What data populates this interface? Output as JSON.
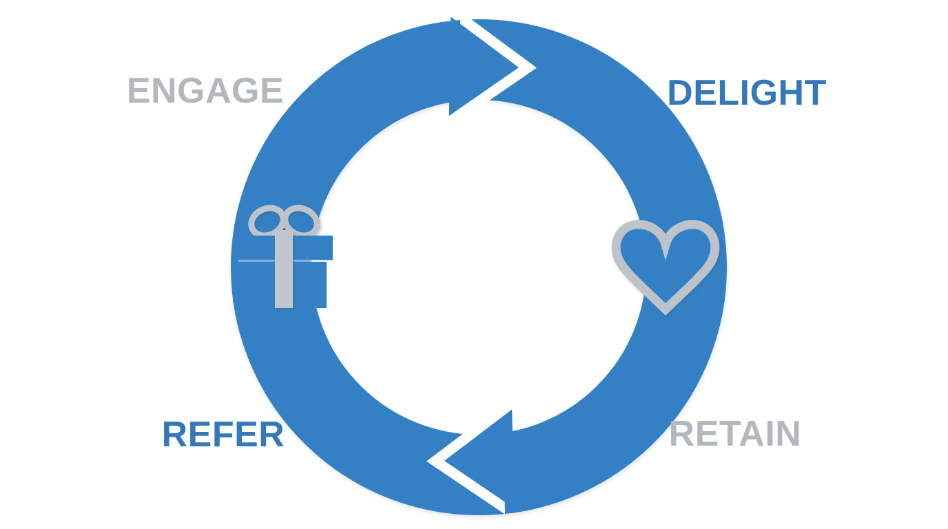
{
  "diagram": {
    "type": "cycle",
    "direction": "clockwise",
    "arrowhead_count": 2
  },
  "stages": [
    {
      "label": "ENGAGE",
      "color": "#b2b8bd",
      "position": "top-left"
    },
    {
      "label": "DELIGHT",
      "color": "#3578b9",
      "position": "top-right"
    },
    {
      "label": "RETAIN",
      "color": "#b2b8bd",
      "position": "bottom-right"
    },
    {
      "label": "REFER",
      "color": "#3578b9",
      "position": "bottom-left"
    }
  ],
  "icons": [
    {
      "name": "gift-icon",
      "position": "left-of-ring",
      "box_color": "#3381c4",
      "ribbon_color": "#c1c6cc"
    },
    {
      "name": "heart-icon",
      "position": "right-of-ring",
      "fill_color": "#3381c4",
      "outline_color": "#bdc3c9"
    }
  ],
  "colors": {
    "ring_blue": "#3381c4",
    "label_blue": "#3578b9",
    "label_gray": "#b2b8bd",
    "icon_gray": "#bdc3c9",
    "background": "#ffffff"
  }
}
